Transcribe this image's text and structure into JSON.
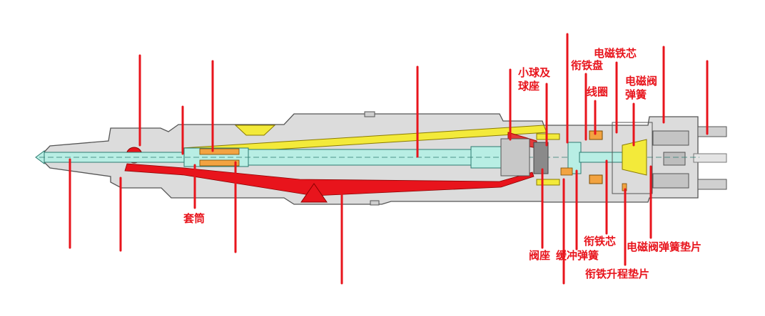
{
  "colors": {
    "accent": "#e8141c",
    "body_fill": "#dcdcdc",
    "body_stroke": "#555555",
    "needle_fill": "#b8eee4",
    "fuel_yellow": "#f3ea3a",
    "spring_orange": "#f2a341",
    "hole_gray": "#8a8a8a"
  },
  "labels": {
    "ball_seat": "小球及球座",
    "armature_plate": "衔铁盘",
    "solenoid_core": "电磁铁芯",
    "coil": "线圈",
    "valve_spring": "电磁阀弹簧",
    "sleeve": "套筒",
    "armature_core": "衔铁芯",
    "valve_seat": "阀座",
    "buffer_spring": "缓冲弹簧",
    "valve_spring_shim": "电磁阀弹簧垫片",
    "armature_lift_shim": "衔铁升程垫片"
  }
}
